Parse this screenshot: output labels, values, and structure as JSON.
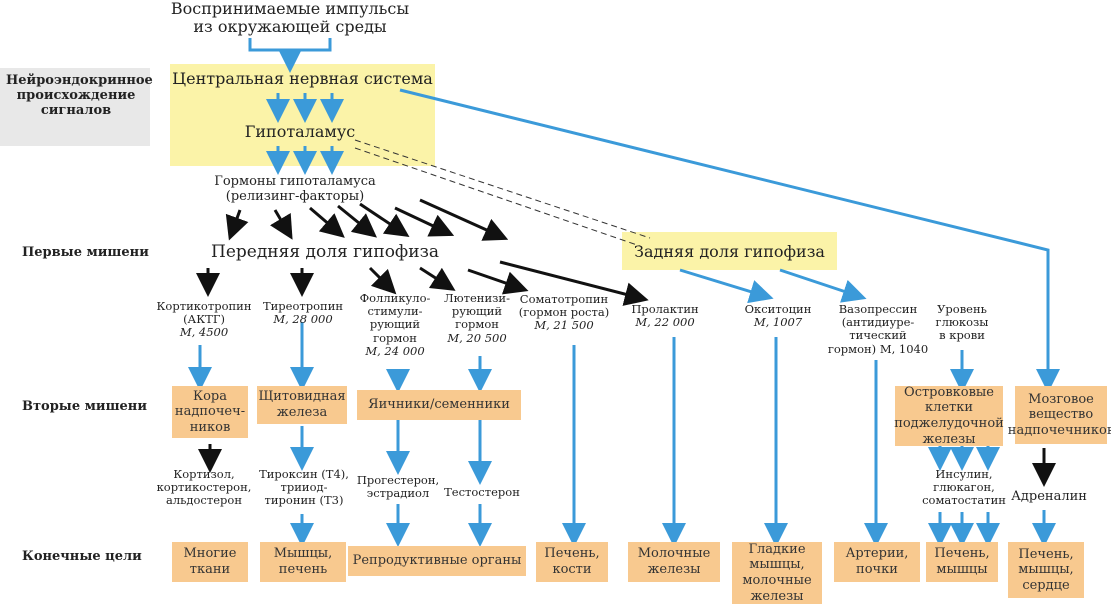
{
  "stimuli": {
    "line1": "Воспринимаемые импульсы",
    "line2": "из окружающей среды"
  },
  "neuro_label": [
    "Нейроэндокринное",
    "происхождение",
    "сигналов"
  ],
  "cns": "Центральная нервная система",
  "hypothalamus": "Гипоталамус",
  "hypo_hormones": [
    "Гормоны гипоталамуса",
    "(релизинг-факторы)"
  ],
  "level_labels": {
    "first": "Первые мишени",
    "second": "Вторые мишени",
    "final": "Конечные цели"
  },
  "anterior": "Передняя доля гипофиза",
  "posterior": "Задняя доля гипофиза",
  "hormones": {
    "acth": [
      "Кортикотропин",
      "(АКТГ)",
      "M, 4500"
    ],
    "tsh": [
      "Тиреотропин",
      "M, 28 000"
    ],
    "fsh": [
      "Фолликуло-",
      "стимули-",
      "рующий",
      "гормон",
      "M, 24 000"
    ],
    "lh": [
      "Лютенизи-",
      "рующий",
      "гормон",
      "M, 20 500"
    ],
    "gh": [
      "Соматотропин",
      "(гормон роста)",
      "M, 21 500"
    ],
    "prolactin": [
      "Пролактин",
      "M, 22 000"
    ],
    "oxytocin": [
      "Окситоцин",
      "M, 1007"
    ],
    "vasopressin": [
      "Вазопрессин",
      "(антидиуре-",
      "тический",
      "гормон) M, 1040"
    ],
    "glucose": [
      "Уровень",
      "глюкозы",
      "в крови"
    ]
  },
  "second_targets": {
    "adrenal_cortex": "Кора\nнадпочеч-\nников",
    "thyroid": "Щитовидная\nжелеза",
    "gonads": "Яичники/семенники",
    "pancreas": "Островковые\nклетки\nподжелудочной\nжелезы",
    "adrenal_medulla": "Мозговое\nвещество\nнадпочечников"
  },
  "second_hormones": {
    "cortisol": [
      "Кортизол,",
      "кортикостерон,",
      "альдостерон"
    ],
    "thyroxine": [
      "Тироксин (T4),",
      "трииод-",
      "тиронин (T3)"
    ],
    "progesterone": [
      "Прогестерон,",
      "эстрадиол"
    ],
    "testosterone": "Тестостерон",
    "insulin": [
      "Инсулин,",
      "глюкагон,",
      "соматостатин"
    ],
    "adrenaline": "Адреналин"
  },
  "final_targets": {
    "tissues": "Многие\nткани",
    "muscle_liver": "Мышцы,\nпечень",
    "reproductive": "Репродуктивные органы",
    "liver_bones": "Печень,\nкости",
    "mammary": "Молочные\nжелезы",
    "smooth_muscle": "Гладкие\nмышцы,\nмолочные\nжелезы",
    "arteries": "Артерии,\nпочки",
    "liver_muscle": "Печень,\nмышцы",
    "liver_heart": "Печень,\nмышцы,\nсердце"
  },
  "colors": {
    "blue_arrow": "#3b9ad9",
    "black_arrow": "#111111",
    "orange_box": "#f8c98f",
    "yellow_highlight": "#fbf3a8"
  }
}
